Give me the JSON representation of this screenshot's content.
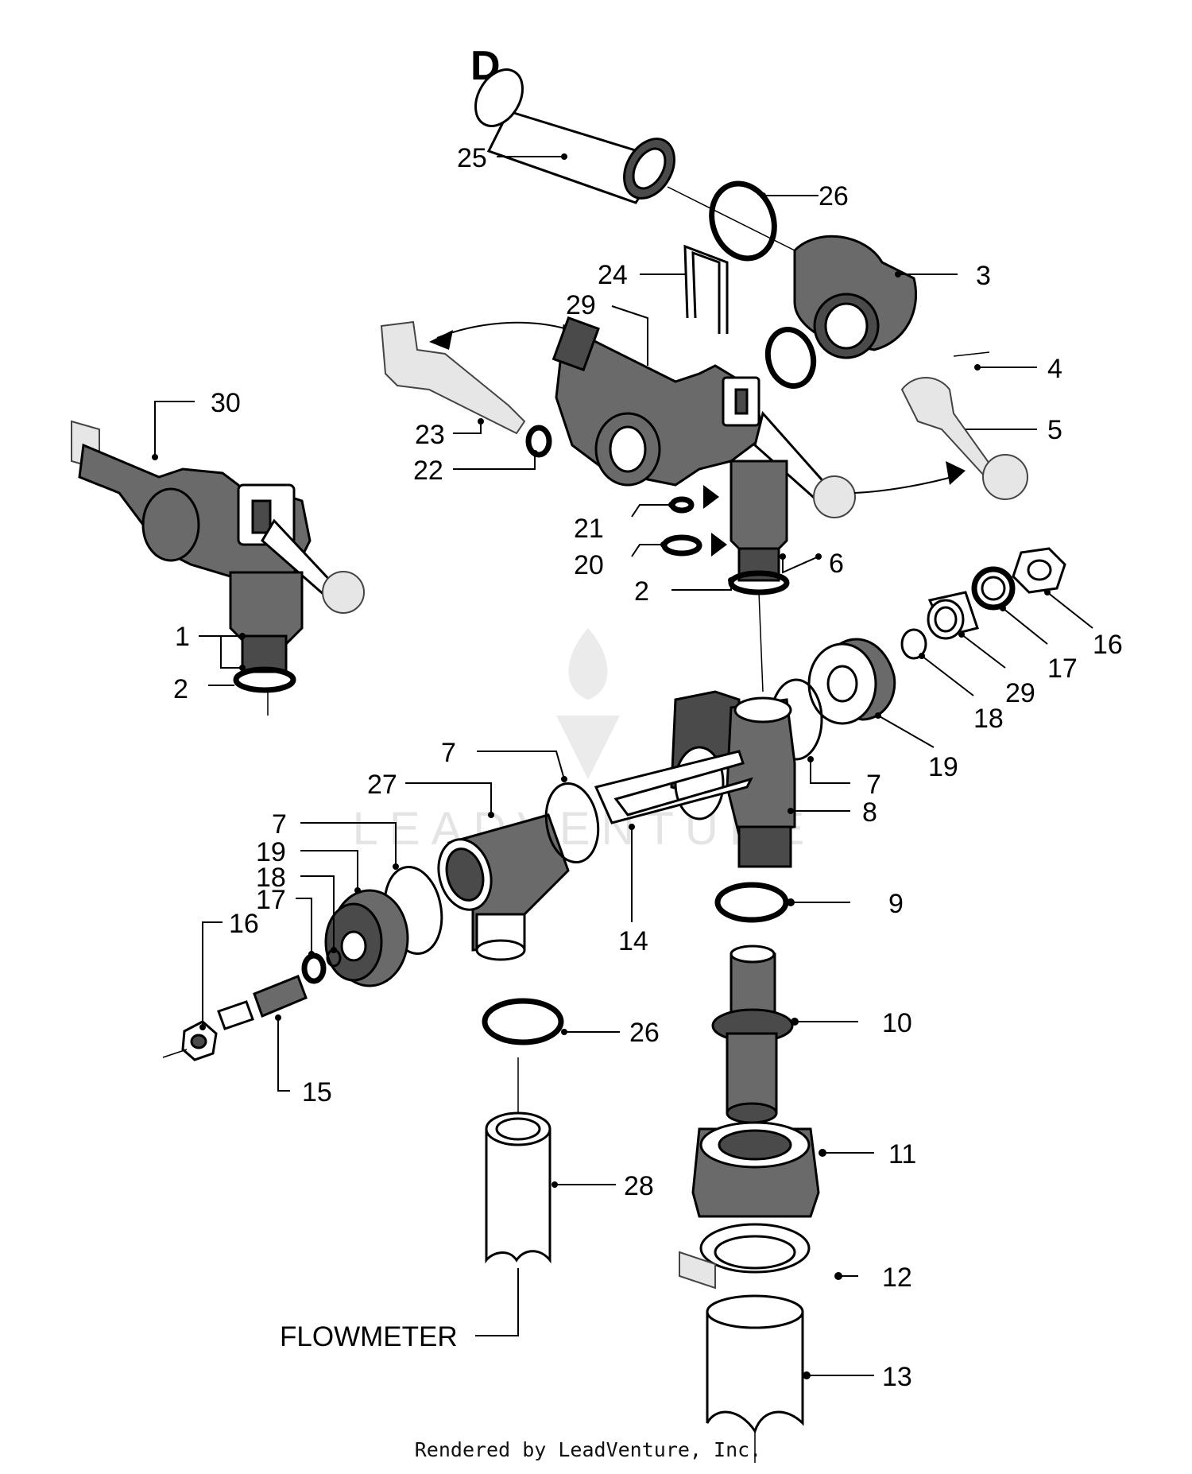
{
  "section_label": "D",
  "callouts": {
    "c1": "1",
    "c2a": "2",
    "c2b": "2",
    "c3": "3",
    "c4": "4",
    "c5": "5",
    "c6": "6",
    "c7a": "7",
    "c7b": "7",
    "c7c": "7",
    "c8": "8",
    "c9": "9",
    "c10": "10",
    "c11": "11",
    "c12": "12",
    "c13": "13",
    "c14": "14",
    "c15": "15",
    "c16a": "16",
    "c16b": "16",
    "c17a": "17",
    "c17b": "17",
    "c18a": "18",
    "c18b": "18",
    "c19a": "19",
    "c19b": "19",
    "c20": "20",
    "c21": "21",
    "c22": "22",
    "c23": "23",
    "c24": "24",
    "c25": "25",
    "c26a": "26",
    "c26b": "26",
    "c27": "27",
    "c28": "28",
    "c29a": "29",
    "c29b": "29",
    "c30": "30"
  },
  "flowmeter_label": "FLOWMETER",
  "footer": "Rendered by LeadVenture, Inc.",
  "watermark_text": "LEADVENTURE",
  "colors": {
    "line": "#000000",
    "part_fill": "#6a6a6a",
    "ghost_fill": "#e6e6e6",
    "background": "#ffffff"
  }
}
